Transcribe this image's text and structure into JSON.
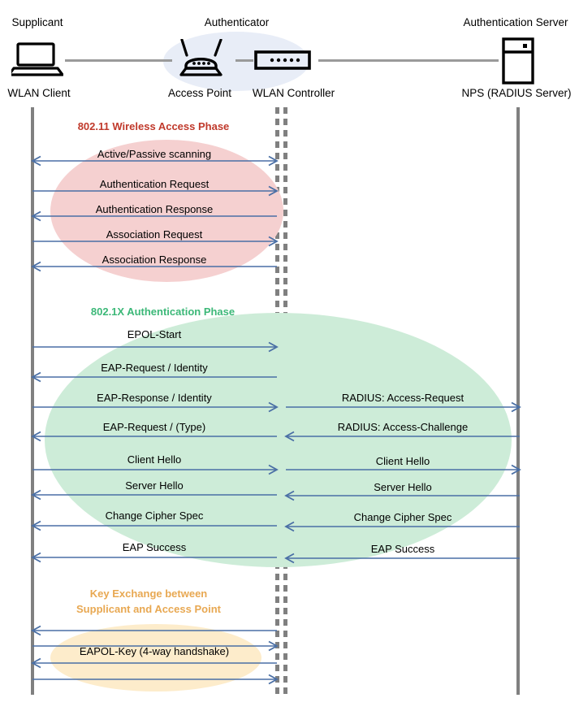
{
  "diagram": {
    "title": "802.1X / EAP WLAN authentication sequence",
    "colors": {
      "arrow": "#4a6fa5",
      "lifeline": "#808080",
      "wireless_phase": "#c0392b",
      "dot1x_phase": "#3cb878",
      "keyex_phase": "#e8a852",
      "wireless_ellipse": "#f5d0d0",
      "dot1x_ellipse": "#cdecd8",
      "keyex_ellipse": "#fdeccb",
      "authenticator_blob": "#e8edf7"
    }
  },
  "actors": [
    {
      "role": "Supplicant",
      "device": "WLAN Client",
      "icon": "laptop-icon"
    },
    {
      "role": "Authenticator",
      "device": "Access Point",
      "icon": "wireless-router-icon"
    },
    {
      "role": "",
      "device": "WLAN Controller",
      "icon": "switch-icon"
    },
    {
      "role": "Authentication Server",
      "device": "NPS (RADIUS Server)",
      "icon": "server-icon"
    }
  ],
  "phases": [
    {
      "id": "wireless-access",
      "caption": "802.11 Wireless Access Phase",
      "caption_lines": [
        "802.11 Wireless Access Phase"
      ],
      "color": "#c0392b",
      "messages": [
        {
          "label": "Active/Passive scanning",
          "side": "left",
          "direction": "both"
        },
        {
          "label": "Authentication Request",
          "side": "left",
          "direction": "right"
        },
        {
          "label": "Authentication Response",
          "side": "left",
          "direction": "left"
        },
        {
          "label": "Association Request",
          "side": "left",
          "direction": "right"
        },
        {
          "label": "Association Response",
          "side": "left",
          "direction": "left"
        }
      ]
    },
    {
      "id": "dot1x-authentication",
      "caption": "802.1X Authentication Phase",
      "caption_lines": [
        "802.1X Authentication Phase"
      ],
      "color": "#3cb878",
      "messages": [
        {
          "label": "EPOL-Start",
          "side": "left",
          "direction": "right"
        },
        {
          "label": "EAP-Request / Identity",
          "side": "left",
          "direction": "left"
        },
        {
          "label": "EAP-Response / Identity",
          "side": "left",
          "direction": "right"
        },
        {
          "label": "RADIUS: Access-Request",
          "side": "right",
          "direction": "right"
        },
        {
          "label": "EAP-Request / (Type)",
          "side": "left",
          "direction": "left"
        },
        {
          "label": "RADIUS: Access-Challenge",
          "side": "right",
          "direction": "left"
        },
        {
          "label": "Client Hello",
          "side": "left",
          "direction": "right"
        },
        {
          "label": "Client Hello",
          "side": "right",
          "direction": "right"
        },
        {
          "label": "Server Hello",
          "side": "left",
          "direction": "left"
        },
        {
          "label": "Server Hello",
          "side": "right",
          "direction": "left"
        },
        {
          "label": "Change Cipher Spec",
          "side": "left",
          "direction": "left"
        },
        {
          "label": "Change Cipher Spec",
          "side": "right",
          "direction": "left"
        },
        {
          "label": "EAP Success",
          "side": "left",
          "direction": "left"
        },
        {
          "label": "EAP Success",
          "side": "right",
          "direction": "left"
        }
      ]
    },
    {
      "id": "key-exchange",
      "caption": "Key Exchange between Supplicant and Access Point",
      "caption_lines": [
        "Key Exchange between",
        "Supplicant and Access Point"
      ],
      "color": "#e8a852",
      "messages": [
        {
          "label": "",
          "side": "left",
          "direction": "left"
        },
        {
          "label": "",
          "side": "left",
          "direction": "right"
        },
        {
          "label": "EAPOL-Key (4-way handshake)",
          "side": "left",
          "direction": "left"
        },
        {
          "label": "",
          "side": "left",
          "direction": "right"
        }
      ]
    }
  ]
}
